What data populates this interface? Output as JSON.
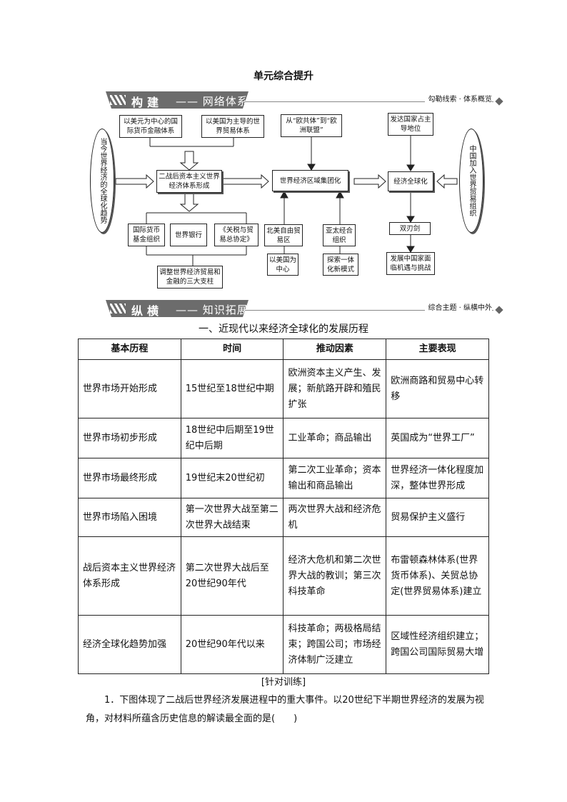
{
  "page_title": "单元综合提升",
  "banner1": {
    "char1": "构",
    "char2": "建",
    "text": "—— 网络体系",
    "subtitle": "勾勒线索 · 体系概览"
  },
  "banner2": {
    "char1": "纵",
    "char2": "横",
    "text": "—— 知识拓展",
    "subtitle": "综合主题 · 纵横中外"
  },
  "diagram": {
    "left_ellipse": "当今世界经济的全球化趋势",
    "right_ellipse": "中国加入世界贸易组织",
    "box_usd": "以美元为中心的国际货币金融体系",
    "box_trade": "以美国为主导的世界贸易体系",
    "box_postwar": "二战后资本主义世界经济体系形成",
    "box_imf": "国际货币基金组织",
    "box_wb": "世界银行",
    "box_gatt": "《关税与贸易总协定》",
    "box_pillars": "调整世界经济贸易和金融的三大支柱",
    "box_eec": "从“欧共体”到“欧洲联盟”",
    "box_regional": "世界经济区域集团化",
    "box_nafta": "北美自由贸易区",
    "box_us_center": "以美国为中心",
    "box_apec": "亚太经合组织",
    "box_explore": "探索一体化新模式",
    "box_developed": "发达国家占主导地位",
    "box_global": "经济全球化",
    "box_double": "双刃剑",
    "box_developing": "发展中国家面临机遇与挑战"
  },
  "section_title": "一、近现代以来经济全球化的发展历程",
  "table": {
    "headers": [
      "基本历程",
      "时间",
      "推动因素",
      "主要表现"
    ],
    "rows": [
      [
        "世界市场开始形成",
        "15世纪至18世纪中期",
        "欧洲资本主义产生、发展；新航路开辟和殖民扩张",
        "欧洲商路和贸易中心转移"
      ],
      [
        "世界市场初步形成",
        "18世纪中后期至19世纪中后期",
        "工业革命；商品输出",
        "英国成为“世界工厂”"
      ],
      [
        "世界市场最终形成",
        "19世纪末20世纪初",
        "第二次工业革命；资本输出和商品输出",
        "世界经济一体化程度加深，整体世界形成"
      ],
      [
        "世界市场陷入困境",
        "第一次世界大战至第二次世界大战结束",
        "两次世界大战和经济危机",
        "贸易保护主义盛行"
      ],
      [
        "战后资本主义世界经济体系形成",
        "第二次世界大战后至20世纪90年代",
        "经济大危机和第二次世界大战的教训；第三次科技革命",
        "布雷顿森林体系(世界货币体系)、关贸总协定(世界贸易体系)建立"
      ],
      [
        "经济全球化趋势加强",
        "20世纪90年代以来",
        "科技革命；两极格局结束；跨国公司；市场经济体制广泛建立",
        "区域性经济组织建立；跨国公司国际贸易大增"
      ]
    ]
  },
  "practice_label": "[针对训练]",
  "question": "1．下图体现了二战后世界经济发展进程中的重大事件。以20世纪下半期世界经济的发展为视角，对材料所蕴含历史信息的解读最全面的是(　　)"
}
